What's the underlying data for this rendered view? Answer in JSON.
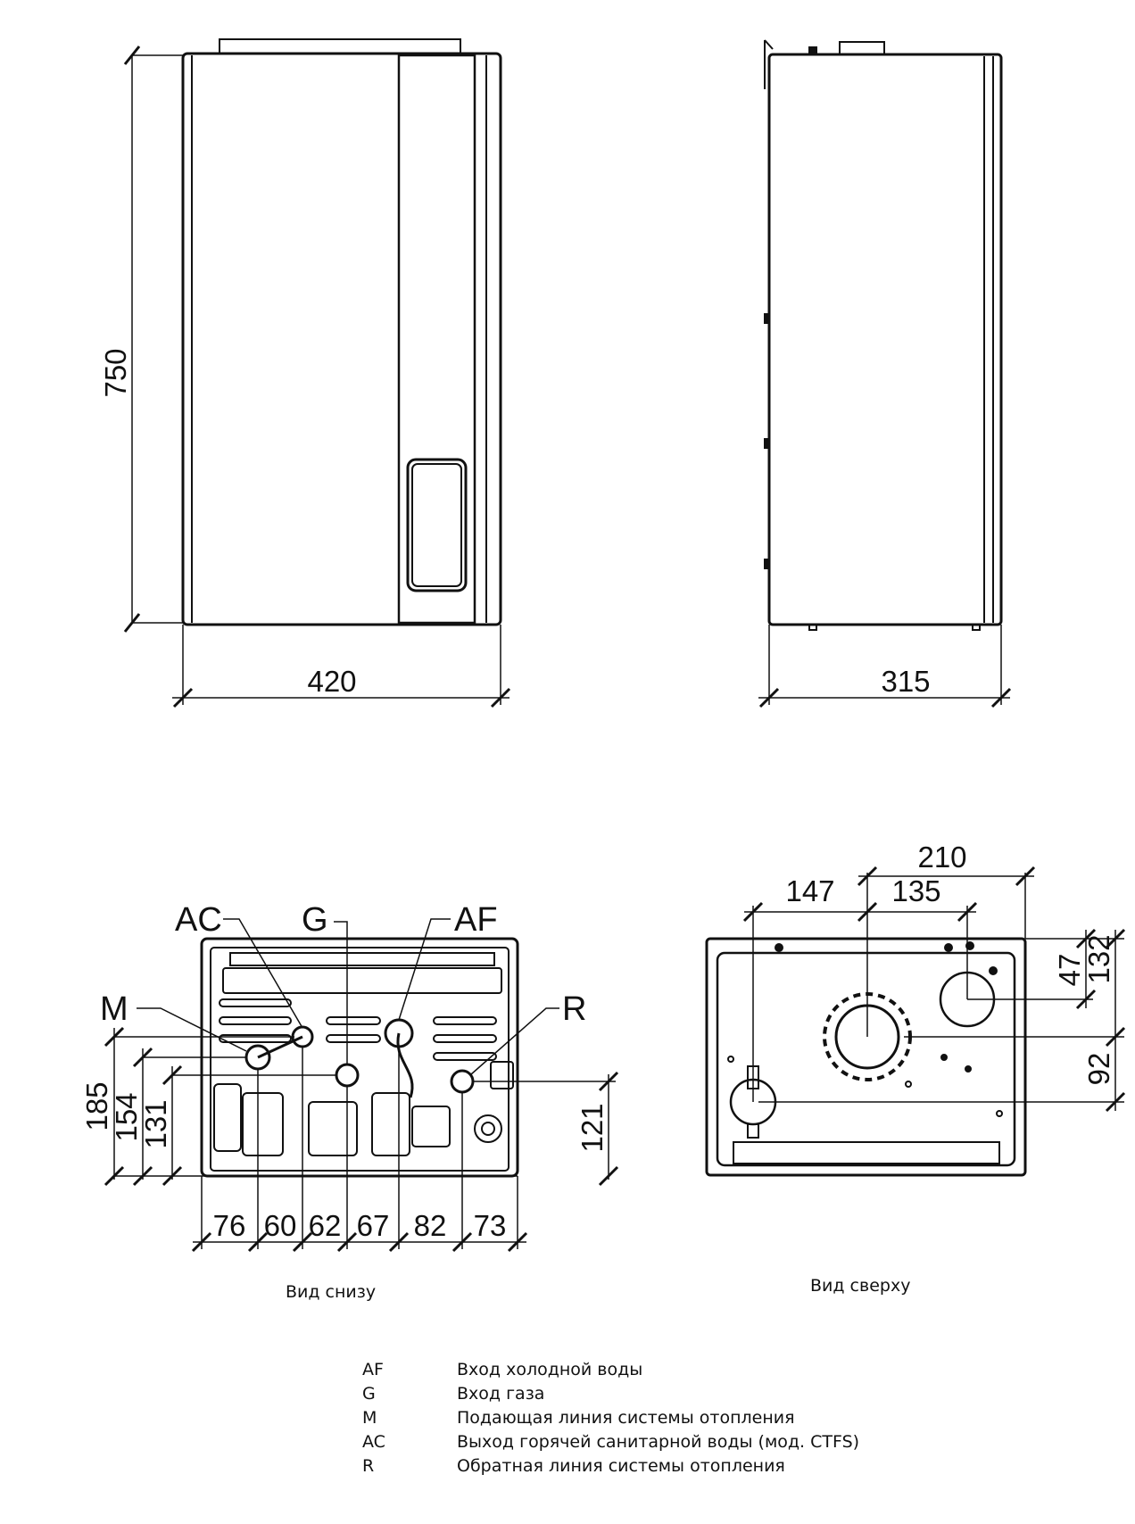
{
  "front_view": {
    "height": "750",
    "width": "420"
  },
  "side_view": {
    "depth": "315"
  },
  "bottom_view": {
    "caption": "Вид снизу",
    "labels": {
      "ac": "AC",
      "g": "G",
      "af": "AF",
      "m": "M",
      "r": "R"
    },
    "horizontal_dims": [
      "76",
      "60",
      "62",
      "67",
      "82",
      "73"
    ],
    "vertical_dims": {
      "d185": "185",
      "d154": "154",
      "d131": "131",
      "d121": "121"
    }
  },
  "top_view": {
    "caption": "Вид сверху",
    "dims": {
      "d210": "210",
      "d147": "147",
      "d135": "135",
      "d47": "47",
      "d132": "132",
      "d92": "92"
    }
  },
  "legend": [
    {
      "code": "AF",
      "text": "Вход холодной воды"
    },
    {
      "code": "G",
      "text": "Вход газа"
    },
    {
      "code": "M",
      "text": "Подающая линия системы отопления"
    },
    {
      "code": "AC",
      "text": "Выход горячей санитарной воды (мод. CTFS)"
    },
    {
      "code": "R",
      "text": "Обратная линия системы отопления"
    }
  ]
}
